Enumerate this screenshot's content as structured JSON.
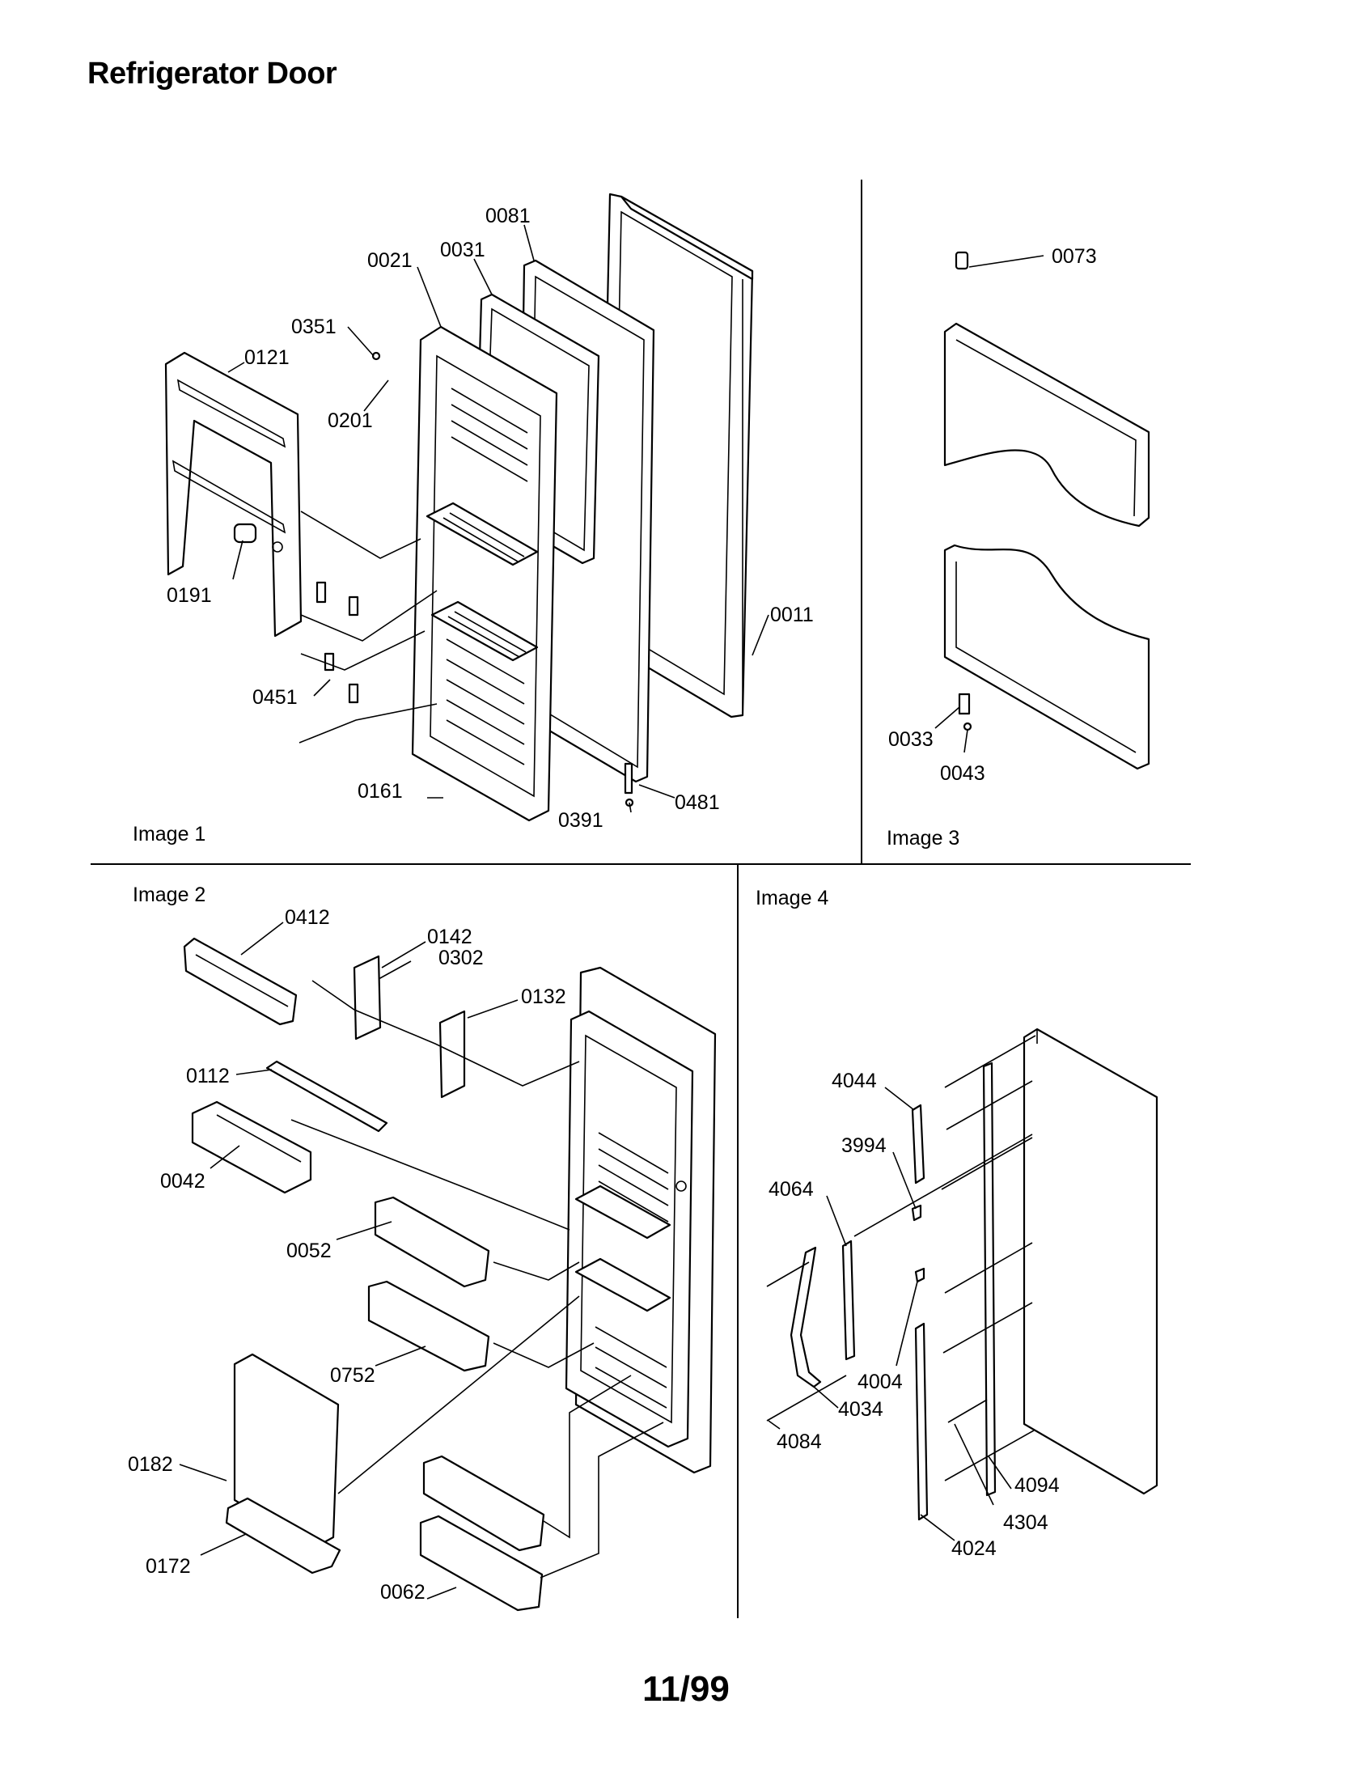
{
  "page": {
    "title": "Refrigerator Door",
    "footer": "11/99"
  },
  "panels": [
    {
      "label": "Image 1"
    },
    {
      "label": "Image 2"
    },
    {
      "label": "Image 3"
    },
    {
      "label": "Image 4"
    }
  ],
  "parts": {
    "image1": [
      "0081",
      "0031",
      "0021",
      "0351",
      "0121",
      "0201",
      "0191",
      "0011",
      "0451",
      "0161",
      "0391",
      "0481"
    ],
    "image2": [
      "0412",
      "0142",
      "0302",
      "0132",
      "0112",
      "0042",
      "0052",
      "0752",
      "0182",
      "0172",
      "0062"
    ],
    "image3": [
      "0073",
      "0033",
      "0043"
    ],
    "image4": [
      "4044",
      "3994",
      "4064",
      "4004",
      "4034",
      "4084",
      "4094",
      "4304",
      "4024"
    ]
  }
}
